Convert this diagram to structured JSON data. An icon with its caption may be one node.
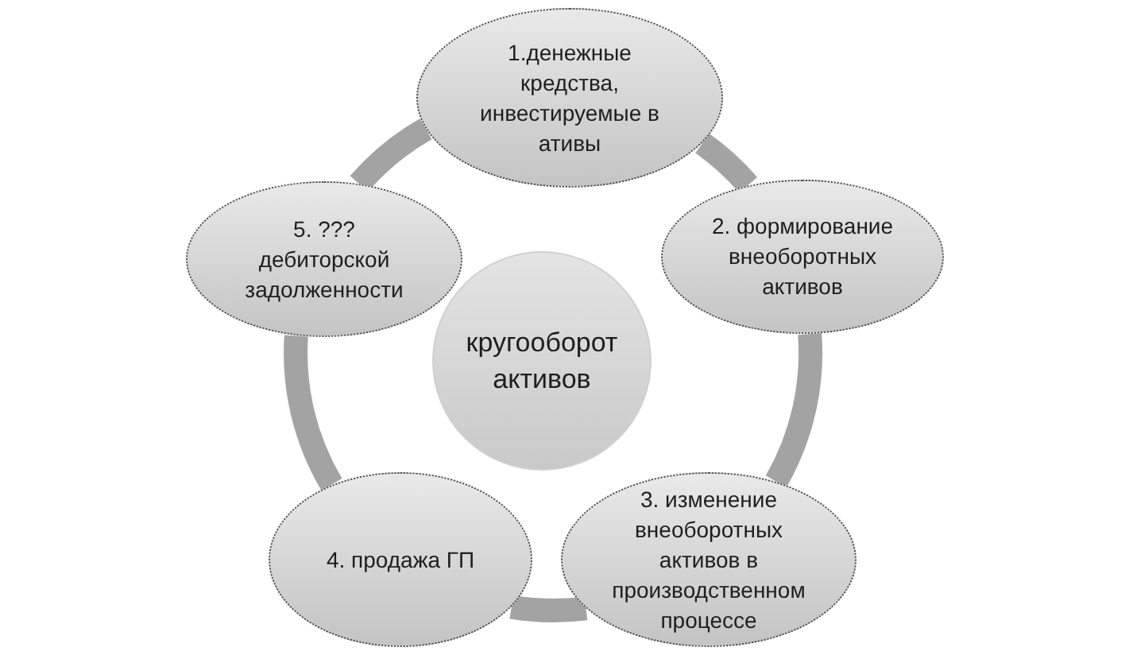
{
  "diagram": {
    "nodes": [
      {
        "text": [
          "1.денежные кредства, инвестируемые в ативы"
        ]
      },
      {
        "text": [
          "2. формирование внеоборотных активов"
        ]
      },
      {
        "text": [
          "3. изменение внеоборотных активов в производственном процессе"
        ]
      },
      {
        "text": [
          "4. продажа ГП"
        ]
      },
      {
        "text": [
          "5. ??? дебиторской задолженности"
        ]
      },
      {
        "text": [
          "кругооборот активов"
        ]
      }
    ],
    "edges": [
      {
        "from": 0,
        "to": 1,
        "arrow": "none"
      },
      {
        "from": 1,
        "to": 2,
        "arrow": "none"
      },
      {
        "from": 2,
        "to": 3,
        "arrow": "none"
      },
      {
        "from": 3,
        "to": 4,
        "arrow": "none"
      },
      {
        "from": 4,
        "to": 0,
        "arrow": "none"
      }
    ]
  }
}
